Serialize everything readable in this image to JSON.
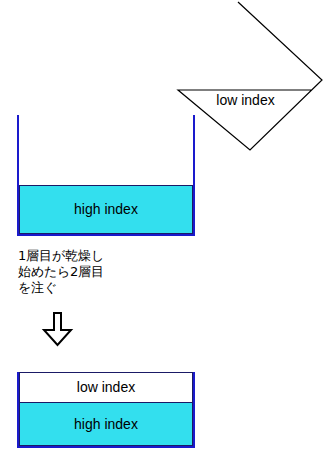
{
  "diagram": {
    "nodes": [
      {
        "text": [
          "low index"
        ]
      },
      {
        "text": [
          "high index"
        ]
      },
      {
        "text": [
          "low index"
        ]
      },
      {
        "text": [
          "high index"
        ]
      }
    ],
    "labels": [
      "1層目が乾燥し始めたら2層目を注ぐ"
    ]
  }
}
